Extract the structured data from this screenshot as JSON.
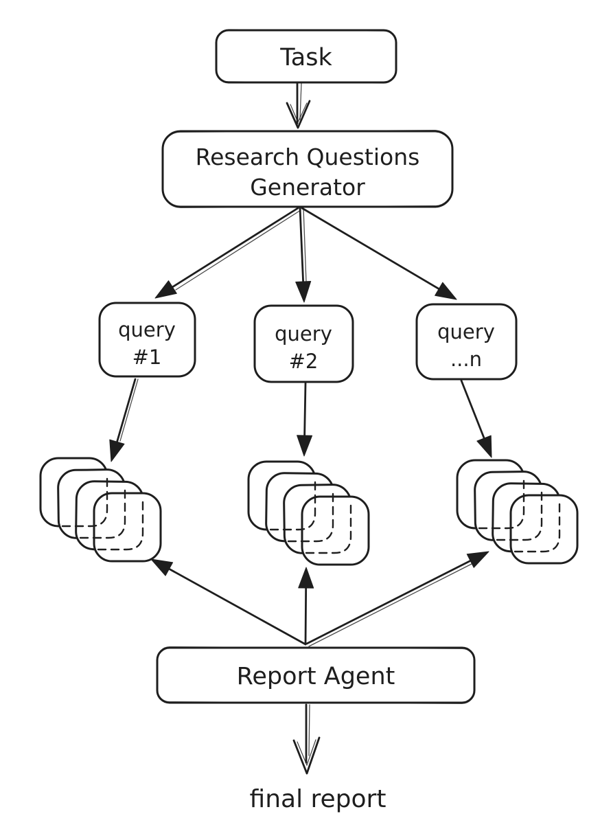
{
  "diagram": {
    "type": "flowchart",
    "style": "hand-drawn-sketch",
    "colors": {
      "background": "#ffffff",
      "stroke": "#1e1e1e"
    },
    "nodes": {
      "task": {
        "label": "Task"
      },
      "generator": {
        "label_line1": "Research Questions",
        "label_line2": "Generator"
      },
      "query1": {
        "label_line1": "query",
        "label_line2": "#1"
      },
      "query2": {
        "label_line1": "query",
        "label_line2": "#2"
      },
      "queryn": {
        "label_line1": "query",
        "label_line2": "...n"
      },
      "stack1": {
        "name": "results-stack-for-query-1",
        "cards": 4
      },
      "stack2": {
        "name": "results-stack-for-query-2",
        "cards": 4
      },
      "stack3": {
        "name": "results-stack-for-query-n",
        "cards": 4
      },
      "report_agent": {
        "label": "Report Agent"
      },
      "final_report": {
        "label": "final report"
      }
    },
    "edges": [
      {
        "from": "task",
        "to": "generator",
        "line": "double",
        "head": "open-v-down"
      },
      {
        "from": "generator",
        "to": "query1",
        "line": "double",
        "head": "filled-triangle"
      },
      {
        "from": "generator",
        "to": "query2",
        "line": "double",
        "head": "filled-triangle"
      },
      {
        "from": "generator",
        "to": "queryn",
        "line": "single",
        "head": "filled-triangle"
      },
      {
        "from": "query1",
        "to": "stack1",
        "line": "single",
        "head": "filled-triangle"
      },
      {
        "from": "query2",
        "to": "stack2",
        "line": "single",
        "head": "filled-triangle"
      },
      {
        "from": "queryn",
        "to": "stack3",
        "line": "single",
        "head": "filled-triangle"
      },
      {
        "from": "report_agent",
        "to": "stack1",
        "line": "single",
        "head": "filled-triangle"
      },
      {
        "from": "report_agent",
        "to": "stack2",
        "line": "single",
        "head": "filled-triangle"
      },
      {
        "from": "report_agent",
        "to": "stack3",
        "line": "double",
        "head": "filled-triangle"
      },
      {
        "from": "report_agent",
        "to": "final_report",
        "line": "double",
        "head": "open-v-down"
      }
    ]
  }
}
